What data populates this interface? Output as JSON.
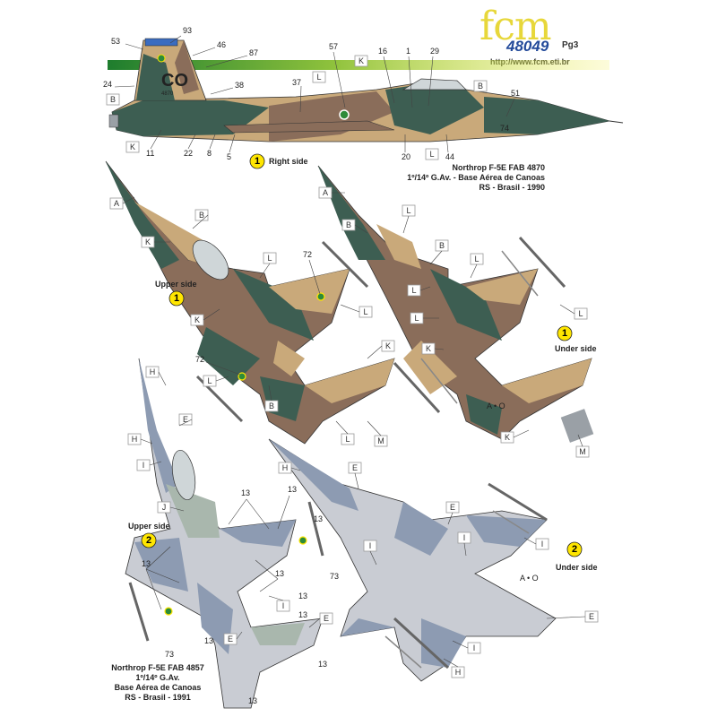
{
  "header": {
    "logo": "fcm",
    "kit_number": "48049",
    "page": "Pg3",
    "url": "http://www.fcm.eti.br"
  },
  "colors": {
    "camo_brown": "#8a6d5a",
    "camo_tan": "#c9a97a",
    "camo_green": "#3d5e52",
    "grey_light": "#c9ccd3",
    "grey_blue": "#8d9bb2",
    "grey_green": "#a9b7ad",
    "badge_yellow": "#ffe600"
  },
  "scheme1": {
    "badge": "1",
    "side_label": "Right side",
    "upper_label": "Upper side",
    "under_label": "Under side",
    "tail_code": "CO",
    "fin_number": "4870",
    "caption": [
      "Northrop F-5E FAB 4870",
      "1º/14º G.Av. - Base Aérea de Canoas",
      "RS - Brasil - 1990"
    ]
  },
  "scheme2": {
    "badge": "2",
    "upper_label": "Upper side",
    "under_label": "Under side",
    "caption": [
      "Northrop F-5E FAB 4857",
      "1º/14º G.Av.",
      "Base Aérea de Canoas",
      "RS - Brasil - 1991"
    ]
  },
  "side_callouts": {
    "numbers": [
      "53",
      "93",
      "46",
      "87",
      "24",
      "38",
      "37",
      "57",
      "16",
      "1",
      "29",
      "51",
      "11",
      "22",
      "8",
      "5",
      "20",
      "44",
      "74"
    ],
    "letters": [
      "B",
      "L",
      "K",
      "B",
      "K",
      "L"
    ]
  },
  "upper1_callouts": {
    "letters": [
      "A",
      "B",
      "K",
      "L",
      "L",
      "K",
      "L",
      "B",
      "K",
      "L",
      "M"
    ],
    "numbers": [
      "72",
      "72"
    ]
  },
  "under1_callouts": {
    "letters": [
      "A",
      "B",
      "L",
      "B",
      "L",
      "L",
      "L",
      "K",
      "L",
      "K",
      "M"
    ],
    "combo": "A • O"
  },
  "upper2_callouts": {
    "letters": [
      "H",
      "E",
      "H",
      "I",
      "J",
      "I",
      "E",
      "E"
    ],
    "numbers": [
      "13",
      "13",
      "13",
      "13",
      "13",
      "73",
      "73",
      "13",
      "13",
      "13",
      "13",
      "13"
    ]
  },
  "under2_callouts": {
    "letters": [
      "H",
      "E",
      "E",
      "I",
      "I",
      "I",
      "E",
      "I",
      "H"
    ],
    "combo": "A • O"
  }
}
